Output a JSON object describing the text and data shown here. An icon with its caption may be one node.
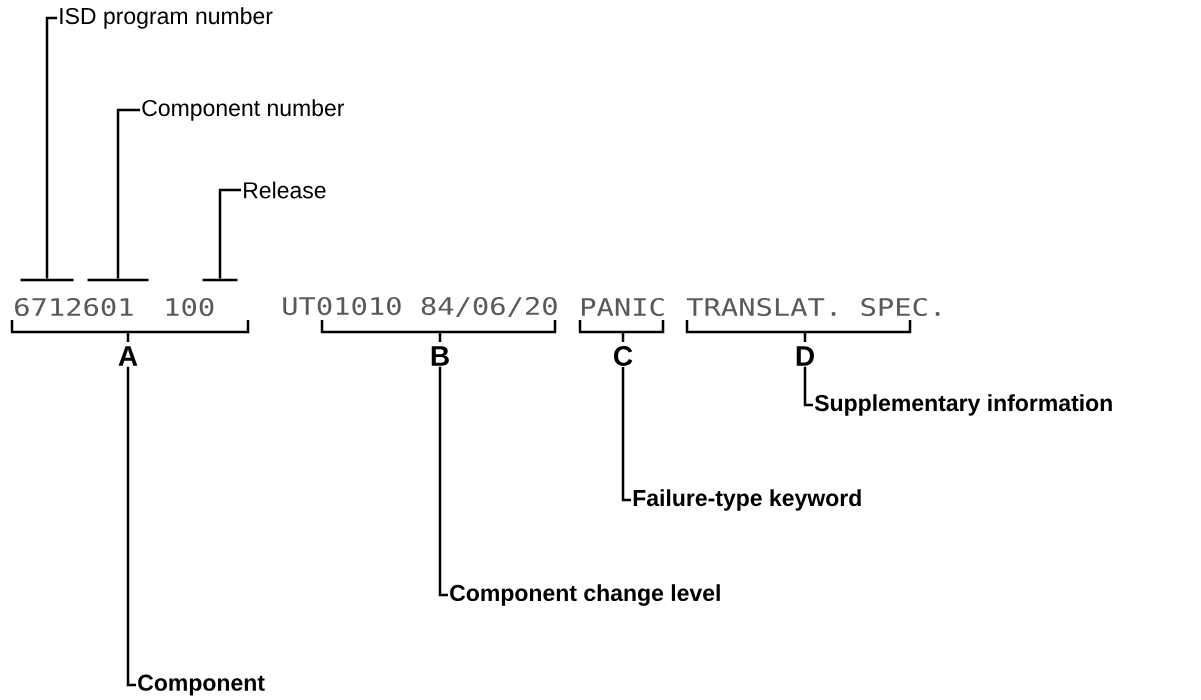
{
  "diagram": {
    "nodes": [
      {
        "text": [
          "ISD program number"
        ]
      },
      {
        "text": [
          "Component number"
        ]
      },
      {
        "text": [
          "Release"
        ]
      },
      {
        "text": [],
        "shape": "bar"
      },
      {
        "text": [],
        "shape": "bar"
      },
      {
        "text": [],
        "shape": "bar"
      },
      {
        "text": [
          "6712601"
        ]
      },
      {
        "text": [
          "100"
        ]
      },
      {
        "text": [
          "UT01010 84/06/20"
        ]
      },
      {
        "text": [
          "PANIC"
        ]
      },
      {
        "text": [
          "TRANSLAT. SPEC."
        ]
      },
      {
        "text": [
          "A"
        ]
      },
      {
        "text": [
          "B"
        ]
      },
      {
        "text": [
          "C"
        ]
      },
      {
        "text": [
          "D"
        ]
      },
      {
        "text": [
          "Component"
        ]
      },
      {
        "text": [
          "Component change level"
        ]
      },
      {
        "text": [
          "Failure-type keyword"
        ]
      },
      {
        "text": [
          "Supplementary information"
        ]
      }
    ],
    "edges": [
      {
        "from": 0,
        "to": 3,
        "arrow": "none"
      },
      {
        "from": 1,
        "to": 4,
        "arrow": "none"
      },
      {
        "from": 2,
        "to": 5,
        "arrow": "none"
      },
      {
        "from": 11,
        "to": 15,
        "arrow": "none"
      },
      {
        "from": 12,
        "to": 16,
        "arrow": "none"
      },
      {
        "from": 13,
        "to": 17,
        "arrow": "none"
      },
      {
        "from": 14,
        "to": 18,
        "arrow": "none"
      }
    ]
  }
}
